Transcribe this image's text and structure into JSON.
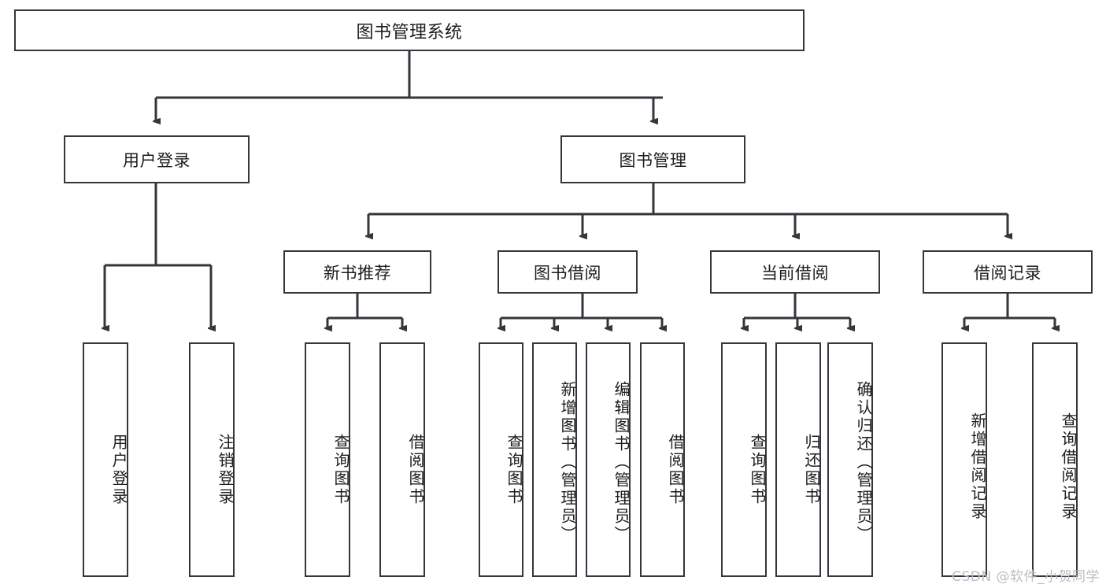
{
  "diagram": {
    "title": "图书管理系统",
    "type": "tree",
    "colors": {
      "box_stroke": "#33363b",
      "box_fill": "#ffffff",
      "connector": "#33363b",
      "text": "#1d1d1d",
      "watermark": "#b9bcc2"
    },
    "nodes": {
      "root": {
        "label": "图书管理系统"
      },
      "level2": [
        {
          "id": "user-login",
          "label": "用户登录"
        },
        {
          "id": "book-manage",
          "label": "图书管理"
        }
      ],
      "level3": [
        {
          "id": "new-book-recommend",
          "label": "新书推荐"
        },
        {
          "id": "book-borrow",
          "label": "图书借阅"
        },
        {
          "id": "current-borrow",
          "label": "当前借阅"
        },
        {
          "id": "borrow-record",
          "label": "借阅记录"
        }
      ],
      "leaves": {
        "user_login": [
          {
            "id": "leaf-user-login",
            "label": "用户登录"
          },
          {
            "id": "leaf-logout-login",
            "label": "注销登录"
          }
        ],
        "new_book_recommend": [
          {
            "id": "leaf-query-book-1",
            "label": "查询图书"
          },
          {
            "id": "leaf-borrow-book-1",
            "label": "借阅图书"
          }
        ],
        "book_borrow": [
          {
            "id": "leaf-query-book-2",
            "label": "查询图书"
          },
          {
            "id": "leaf-add-book",
            "label": "新增图书（管理员）"
          },
          {
            "id": "leaf-edit-book",
            "label": "编辑图书（管理员）"
          },
          {
            "id": "leaf-borrow-book-2",
            "label": "借阅图书"
          }
        ],
        "current_borrow": [
          {
            "id": "leaf-query-book-3",
            "label": "查询图书"
          },
          {
            "id": "leaf-return-book",
            "label": "归还图书"
          },
          {
            "id": "leaf-confirm-return",
            "label": "确认归还（管理员）"
          }
        ],
        "borrow_record": [
          {
            "id": "leaf-add-record",
            "label": "新增借阅记录"
          },
          {
            "id": "leaf-query-record",
            "label": "查询借阅记录"
          }
        ]
      }
    },
    "watermark": "CSDN @软件_小贺同学"
  }
}
